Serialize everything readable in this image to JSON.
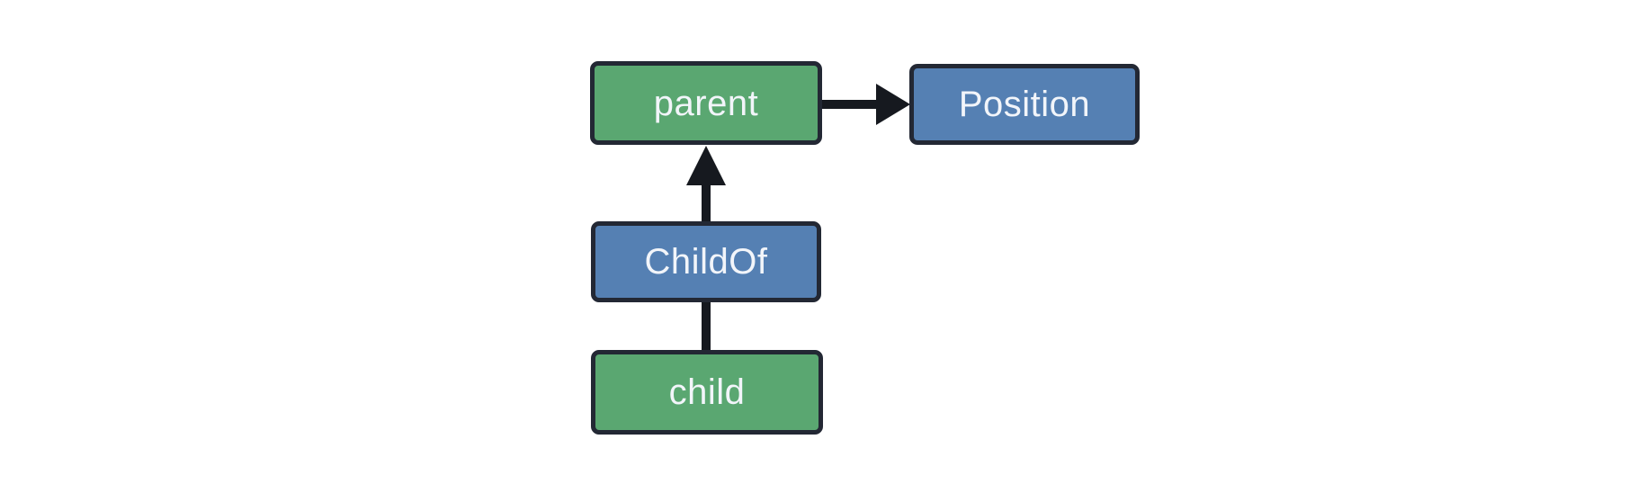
{
  "diagram": {
    "type": "flowchart",
    "background": "#ffffff",
    "colors": {
      "background": "#ffffff",
      "entity_fill": "#5aa771",
      "component_fill": "#5580b3",
      "node_border": "#232834",
      "arrow": "#16191f",
      "node_text": "#f2f5fa"
    },
    "nodes": [
      {
        "id": "parent",
        "label": "parent",
        "kind": "entity"
      },
      {
        "id": "Position",
        "label": "Position",
        "kind": "component"
      },
      {
        "id": "ChildOf",
        "label": "ChildOf",
        "kind": "component"
      },
      {
        "id": "child",
        "label": "child",
        "kind": "entity"
      }
    ],
    "edges": [
      {
        "from": "parent",
        "to": "Position",
        "style": "arrow",
        "direction": "right"
      },
      {
        "from": "ChildOf",
        "to": "parent",
        "style": "arrow",
        "direction": "up"
      },
      {
        "from": "child",
        "to": "ChildOf",
        "style": "line",
        "direction": "up"
      }
    ]
  }
}
